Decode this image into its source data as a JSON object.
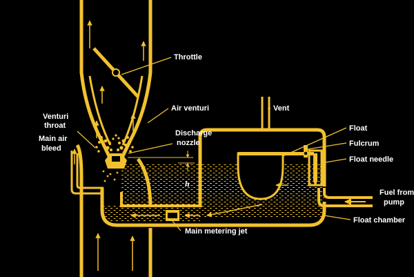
{
  "diagram": {
    "colors": {
      "background": "#000000",
      "structure": "#f2c12e",
      "label_text": "#ffffff"
    },
    "labels": {
      "throttle": "Throttle",
      "air_venturi": "Air venturi",
      "vent": "Vent",
      "venturi_throat": [
        "Venturi",
        "throat"
      ],
      "main_air_bleed": [
        "Main air",
        "bleed"
      ],
      "discharge_nozzle": [
        "Discharge",
        "nozzle"
      ],
      "float": "Float",
      "fulcrum": "Fulcrum",
      "float_needle": "Float needle",
      "h": "h",
      "fuel_from_pump": [
        "Fuel from",
        "pump"
      ],
      "float_chamber": "Float chamber",
      "main_metering_jet": "Main metering jet"
    }
  }
}
